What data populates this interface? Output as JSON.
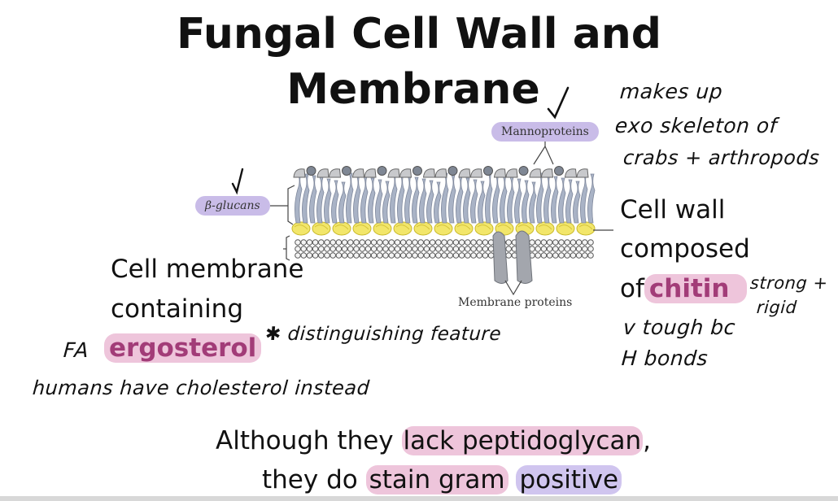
{
  "slide": {
    "title_line1": "Fungal Cell Wall and",
    "title_line2": "Membrane",
    "membrane_text": {
      "line1": "Cell membrane",
      "line2": "containing",
      "ergosterol": "ergosterol"
    },
    "wall_text": {
      "line1": "Cell wall",
      "line2": "composed",
      "line3_prefix": "of",
      "chitin": "chitin"
    },
    "bottom_text": {
      "line1_prefix": "Although they ",
      "line1_highlight": "lack peptidoglycan",
      "line1_suffix": ",",
      "line2_prefix": "they do ",
      "line2_highlight_pink": "stain gram",
      "line2_highlight_purple": "positive"
    }
  },
  "diagram": {
    "labels": {
      "mannoproteins": "Mannoproteins",
      "beta_glucans": "β-glucans",
      "membrane_proteins": "Membrane proteins"
    }
  },
  "annotations": {
    "chitin_note": [
      "makes up",
      "exo skeleton of",
      "crabs + arthropods"
    ],
    "chitin_side": [
      "strong +",
      "rigid"
    ],
    "chitin_reason": [
      "v tough bc",
      "H bonds"
    ],
    "fa_label": "FA",
    "distinguishing": "✱ distinguishing feature",
    "humans": "humans have cholesterol instead"
  }
}
